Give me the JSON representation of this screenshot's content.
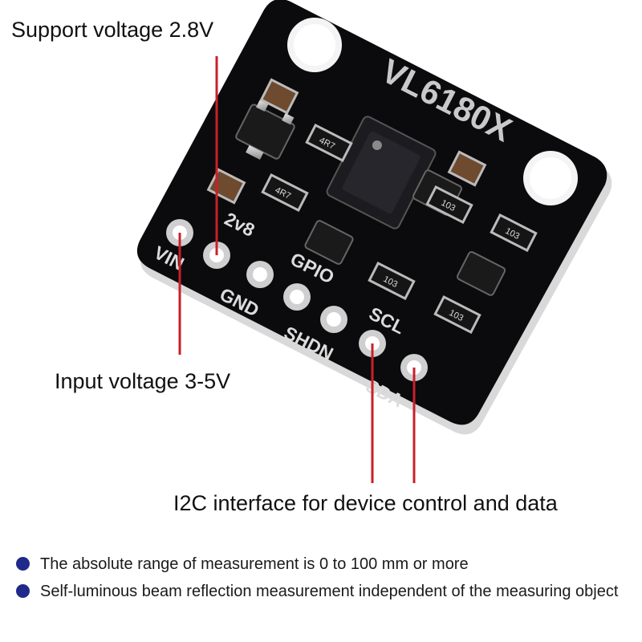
{
  "board": {
    "name": "VL6180X",
    "pins": [
      "VIN",
      "2v8",
      "GND",
      "GPIO",
      "SHDN",
      "SCL",
      "SDA"
    ],
    "resistor_marks": [
      "4R7",
      "4R7",
      "103",
      "103",
      "103",
      "103"
    ]
  },
  "annotations": {
    "support_voltage": "Support voltage 2.8V",
    "input_voltage": "Input voltage 3-5V",
    "i2c": "I2C interface for device control and data"
  },
  "bullets": [
    "The absolute range of measurement is 0 to 100 mm or more",
    "Self-luminous beam reflection measurement independent of the measuring object"
  ],
  "colors": {
    "board": "#0b0b0d",
    "pointer": "#c8202a",
    "bullet": "#1f2a8a",
    "component_pad": "#b9b9b9"
  }
}
